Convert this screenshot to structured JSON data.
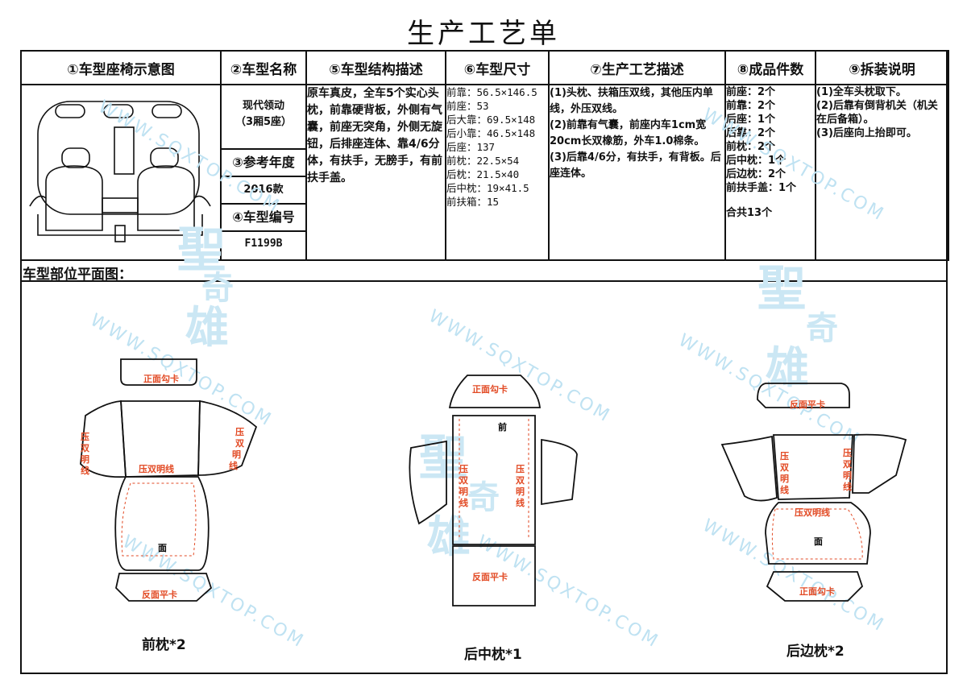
{
  "title": "生产工艺单",
  "headers": {
    "diagram": "①车型座椅示意图",
    "name": "②车型名称",
    "structure": "⑤车型结构描述",
    "size": "⑥车型尺寸",
    "process": "⑦生产工艺描述",
    "quantity": "⑧成品件数",
    "instructions": "⑨拆装说明"
  },
  "vehicle": {
    "name_line1": "现代领动",
    "name_line2": "（3厢5座）",
    "ref_year_label": "③参考年度",
    "ref_year": "2016款",
    "code_label": "④车型编号",
    "code": "F1199B"
  },
  "structure_text": "原车真皮，全车5个实心头枕，前靠硬背板，外侧有气囊，前座无突角，外侧无旋钮，后排座连体、靠4/6分体，有扶手，无膀手，有前扶手盖。",
  "sizes": [
    "前靠：56.5×146.5",
    "前座：53",
    "后大靠：69.5×148",
    "后小靠：46.5×148",
    "后座：137",
    "前枕：22.5×54",
    "后枕：21.5×40",
    "后中枕：19×41.5",
    "前扶箱：15"
  ],
  "process": [
    "(1)头枕、扶箱压双线，其他压内单线，外压双线。",
    "(2)前靠有气囊，前座内车1cm宽20cm长双橡筋，外车1.0棉条。",
    "(3)后靠4/6分，有扶手，有背板。后座连体。"
  ],
  "quantities": [
    "前座：2个",
    "前靠：2个",
    "后座：1个",
    "后靠：2个",
    "前枕：2个",
    "后中枕：1个",
    "后边枕：2个",
    "前扶手盖：1个"
  ],
  "quantity_total": "合共13个",
  "instructions": [
    "(1)全车头枕取下。",
    "(2)后靠有倒背机关（机关在后备箱）。",
    "(3)后座向上抬即可。"
  ],
  "section_label": "车型部位平面图：",
  "watermark": "WWW.SQXTOP.COM",
  "logo_chars": [
    "聖",
    "奇",
    "雄"
  ],
  "patterns": {
    "front": {
      "caption": "前枕*2",
      "top": "正面勾卡",
      "side": "压双明线",
      "center": "压双明线",
      "face": "面",
      "bottom": "反面平卡"
    },
    "middle": {
      "caption": "后中枕*1",
      "top": "正面勾卡",
      "front": "前",
      "side": "压双明线",
      "bottom": "反面平卡"
    },
    "side": {
      "caption": "后边枕*2",
      "top": "反面平卡",
      "side": "压双明线",
      "center": "压双明线",
      "face": "面",
      "bottom": "正面勾卡"
    }
  },
  "colors": {
    "annotation": "#e24a24",
    "watermark": "#bfe2f2",
    "line": "#111111"
  }
}
